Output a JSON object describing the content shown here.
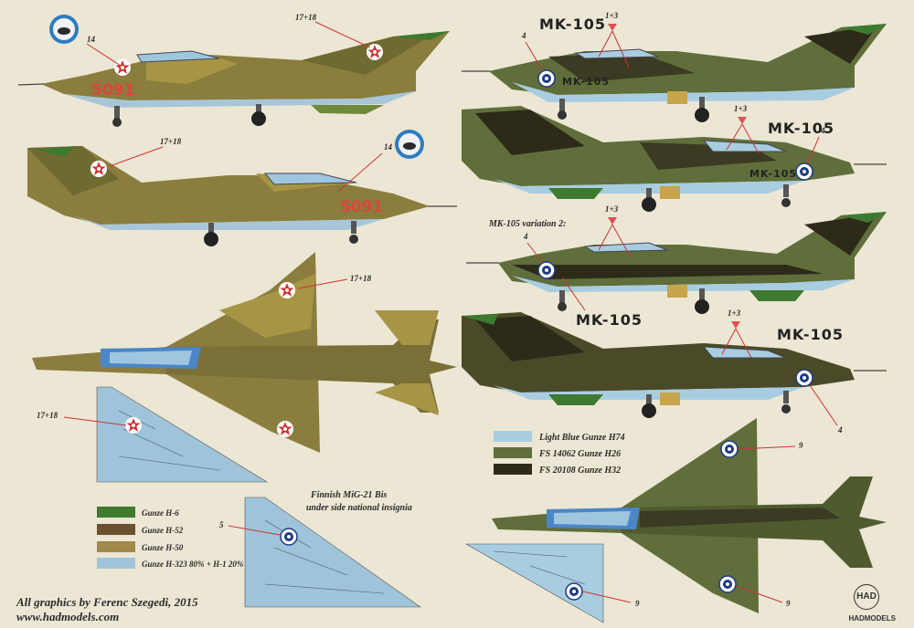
{
  "callouts": {
    "c14": "14",
    "c17_18": "17+18",
    "c4": "4",
    "c1_3": "1+3",
    "c5": "5",
    "c9": "9"
  },
  "serials": {
    "hungarian": "5091",
    "finnish": "MK-105"
  },
  "variation_label": "MK-105 variation 2:",
  "finnish_note": {
    "line1": "Finnish MiG-21 Bis",
    "line2": "under side national insignia"
  },
  "legend_left": [
    {
      "color": "#3f7a2e",
      "label": "Gunze H-6"
    },
    {
      "color": "#6b5130",
      "label": "Gunze H-52"
    },
    {
      "color": "#a08a48",
      "label": "Gunze H-50"
    },
    {
      "color": "#9fc4da",
      "label": "Gunze H-323 80% + H-1 20%"
    }
  ],
  "legend_right": [
    {
      "color": "#a9cde0",
      "label": "Light Blue Gunze H74"
    },
    {
      "color": "#5f6e3a",
      "label": "FS 14062 Gunze H26"
    },
    {
      "color": "#2d2a1a",
      "label": "FS 20108 Gunze H32"
    }
  ],
  "credits": {
    "author": "All graphics by Ferenc Szegedi, 2015",
    "url": "www.hadmodels.com"
  },
  "brand": {
    "logo": "HAD",
    "name": "HADMODELS"
  }
}
